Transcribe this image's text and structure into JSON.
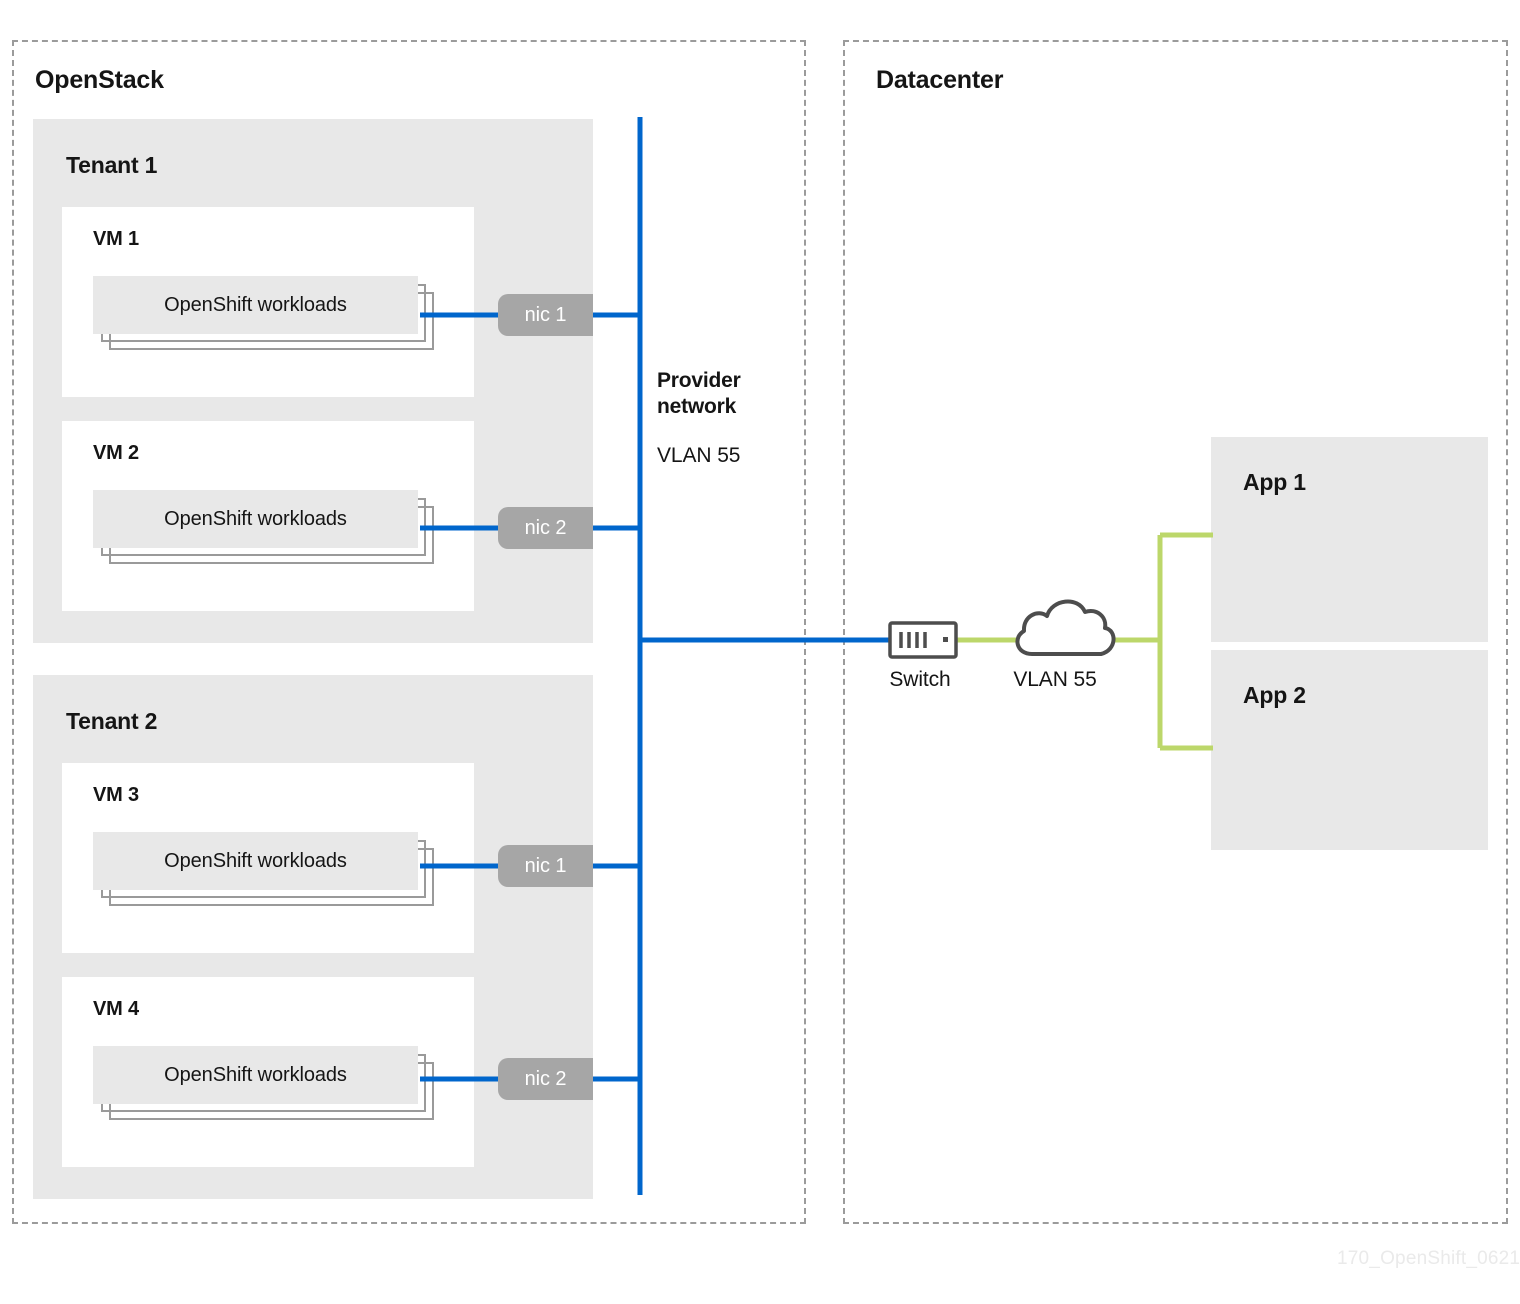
{
  "diagram": {
    "watermark": "170_OpenShift_0621",
    "colors": {
      "network_blue": "#0066cc",
      "vlan_green": "#bcd76a",
      "zone_border": "#9b9b9b",
      "panel_gray": "#e8e8e8",
      "nic_gray": "#a6a6a6",
      "icon_stroke": "#4d4d4d",
      "text": "#151515"
    }
  },
  "zones": {
    "openstack": {
      "title": "OpenStack"
    },
    "datacenter": {
      "title": "Datacenter"
    }
  },
  "tenants": [
    {
      "title": "Tenant 1",
      "vms": [
        {
          "title": "VM 1",
          "workload": "OpenShift workloads",
          "nic": "nic 1"
        },
        {
          "title": "VM 2",
          "workload": "OpenShift workloads",
          "nic": "nic 2"
        }
      ]
    },
    {
      "title": "Tenant 2",
      "vms": [
        {
          "title": "VM 3",
          "workload": "OpenShift workloads",
          "nic": "nic 1"
        },
        {
          "title": "VM 4",
          "workload": "OpenShift workloads",
          "nic": "nic 2"
        }
      ]
    }
  ],
  "provider_network": {
    "title_line_1": "Provider",
    "title_line_2": "network",
    "vlan": "VLAN 55"
  },
  "datacenter_nodes": {
    "switch": {
      "label": "Switch",
      "icon": "switch-icon"
    },
    "cloud": {
      "label": "VLAN 55",
      "icon": "cloud-icon"
    }
  },
  "apps": [
    {
      "title": "App 1"
    },
    {
      "title": "App 2"
    }
  ]
}
